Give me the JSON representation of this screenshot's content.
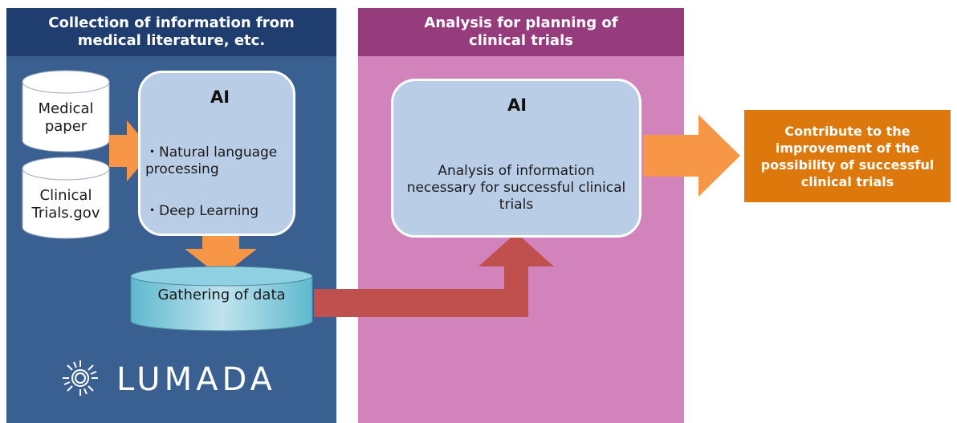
{
  "panels": {
    "collection": {
      "title": "Collection of information from medical literature, etc."
    },
    "analysis": {
      "title": "Analysis for planning of clinical trials"
    }
  },
  "sources": {
    "medical_paper": "Medical paper",
    "clinical_trials": "Clinical Trials.gov"
  },
  "ai_box_1": {
    "badge": "AI",
    "items": [
      "・Natural language processing",
      "・Deep Learning"
    ]
  },
  "gathering": "Gathering of data",
  "ai_box_2": {
    "badge": "AI",
    "text": "Analysis of information necessary for successful clinical trials"
  },
  "result": "Contribute to the improvement of the possibility of successful clinical trials",
  "logo": "LUMADA",
  "colors": {
    "left_header": "#1f3d6e",
    "left_panel": "#3a5f91",
    "mid_header": "#963b7c",
    "mid_panel": "#d283bb",
    "ai_box": "#b9cde6",
    "orange_arrow": "#f79646",
    "red_arrow": "#c0504d",
    "result_box": "#dd790c"
  },
  "icons": [
    "ai-head-icon",
    "sun-logo-icon"
  ]
}
